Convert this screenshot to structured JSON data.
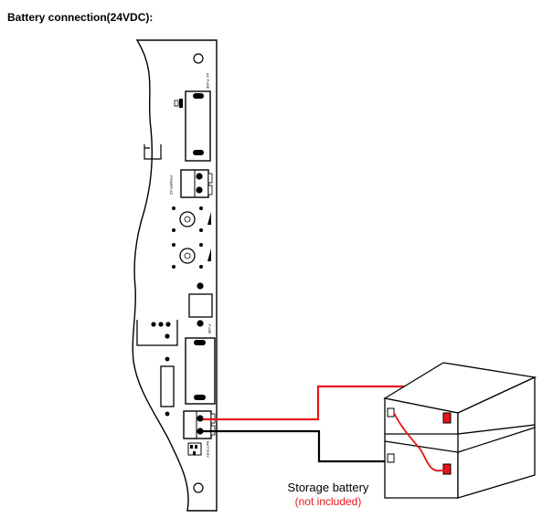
{
  "title": "Battery connection(24VDC):",
  "board": {
    "labels": {
      "ac_fuse": "AC FUSE",
      "power": "POWER AC",
      "fuse_main": "FUSE",
      "battery_label": "BATTERY"
    }
  },
  "battery": {
    "label": "Storage battery",
    "note": "(not included)"
  },
  "colors": {
    "positive_wire": "#e8151b",
    "negative_wire": "#000000",
    "note_text": "#e8151b",
    "terminal_positive": "#e8151b"
  }
}
